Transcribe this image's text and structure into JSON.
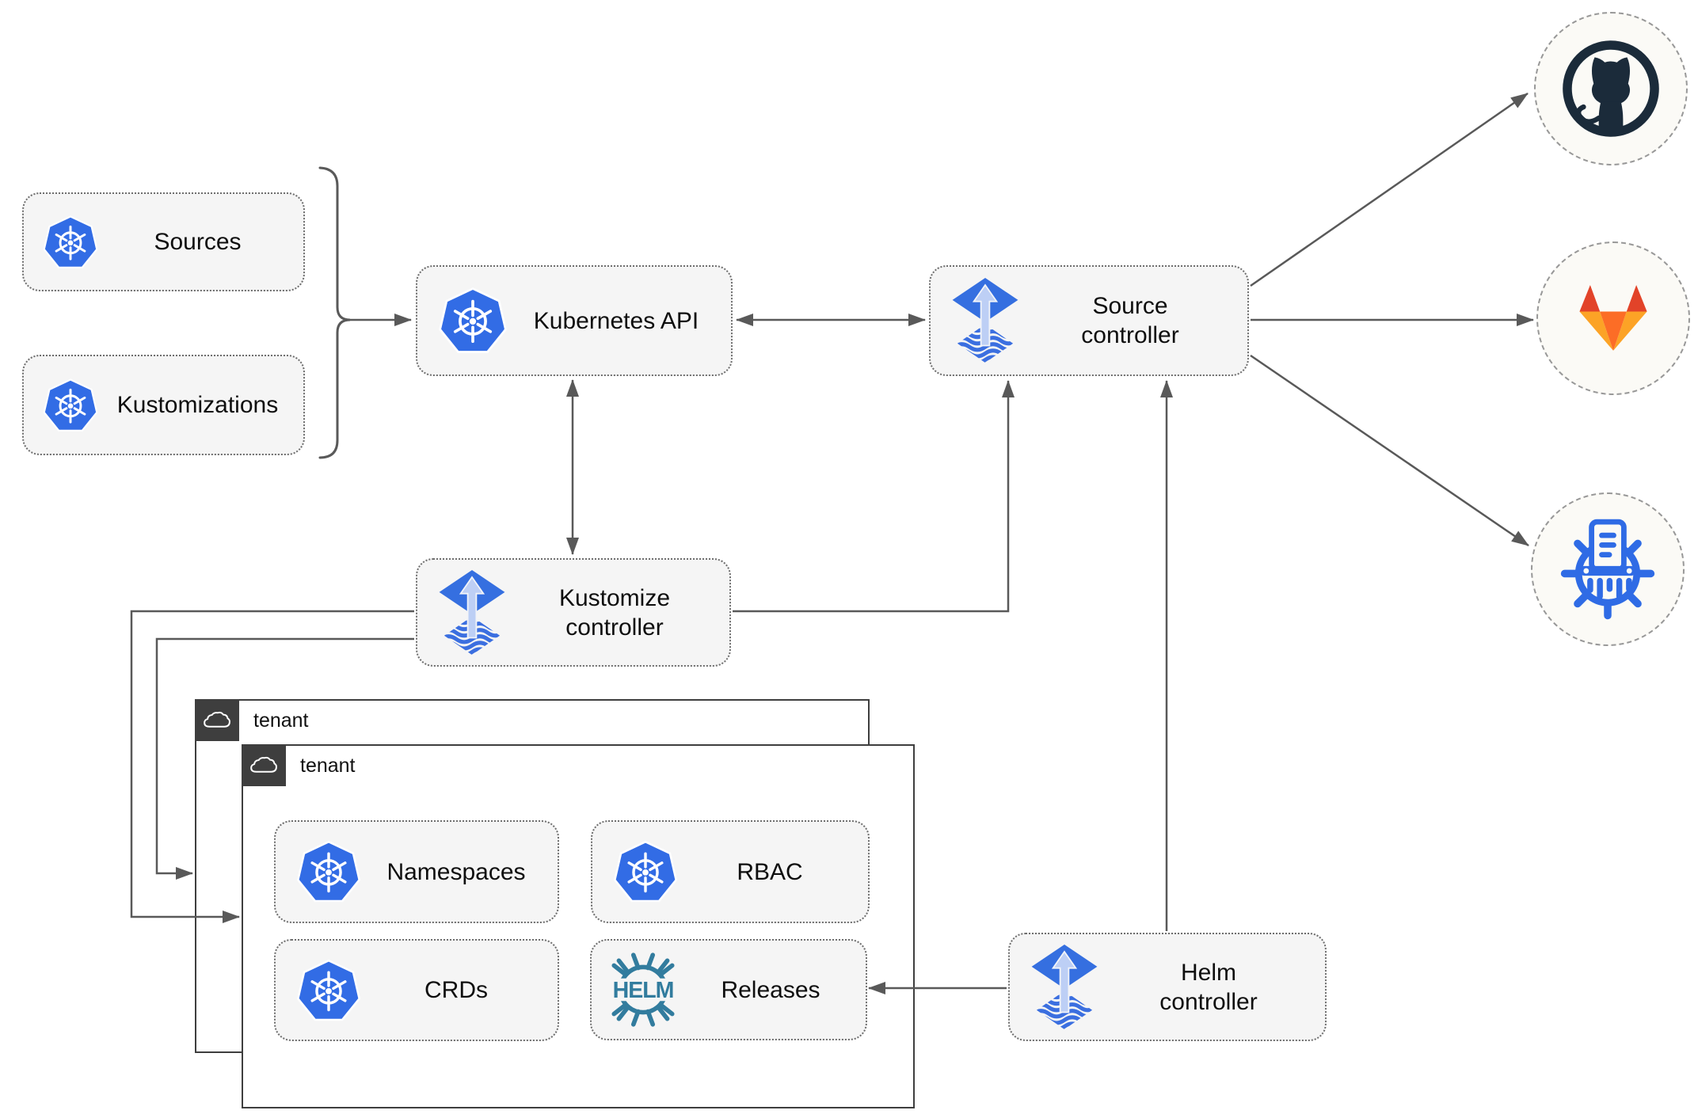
{
  "colors": {
    "kubernetes_blue": "#326CE5",
    "flux_blue": "#356FE0",
    "flux_arrow_light": "#BDCFF5",
    "helm_teal": "#327C9E",
    "github_dark": "#1B2B3A",
    "gitlab_red": "#E24329",
    "gitlab_orange": "#FC6D26",
    "gitlab_amber": "#FCA326",
    "node_fill": "#F5F5F5",
    "connector_gray": "#595959",
    "tenant_border": "#3E3E3E"
  },
  "nodes": {
    "sources": {
      "label": "Sources",
      "icon": "kubernetes-icon"
    },
    "kustomizations": {
      "label": "Kustomizations",
      "icon": "kubernetes-icon"
    },
    "kubernetes_api": {
      "label": "Kubernetes API",
      "icon": "kubernetes-icon"
    },
    "source_controller": {
      "label": "Source controller",
      "icon": "flux-icon"
    },
    "kustomize_controller": {
      "label": "Kustomize controller",
      "icon": "flux-icon"
    },
    "helm_controller": {
      "label": "Helm controller",
      "icon": "flux-icon"
    },
    "namespaces": {
      "label": "Namespaces",
      "icon": "kubernetes-icon"
    },
    "rbac": {
      "label": "RBAC",
      "icon": "kubernetes-icon"
    },
    "crds": {
      "label": "CRDs",
      "icon": "kubernetes-icon"
    },
    "releases": {
      "label": "Releases",
      "icon": "helm-icon",
      "icon_text": "HELM"
    }
  },
  "groups": {
    "tenant_back": {
      "label": "tenant",
      "icon": "cloud-icon"
    },
    "tenant_front": {
      "label": "tenant",
      "icon": "cloud-icon"
    }
  },
  "externals": {
    "github": {
      "icon": "github-icon"
    },
    "gitlab": {
      "icon": "gitlab-icon"
    },
    "manifest_repository": {
      "icon": "manifest-shredder-icon"
    }
  }
}
